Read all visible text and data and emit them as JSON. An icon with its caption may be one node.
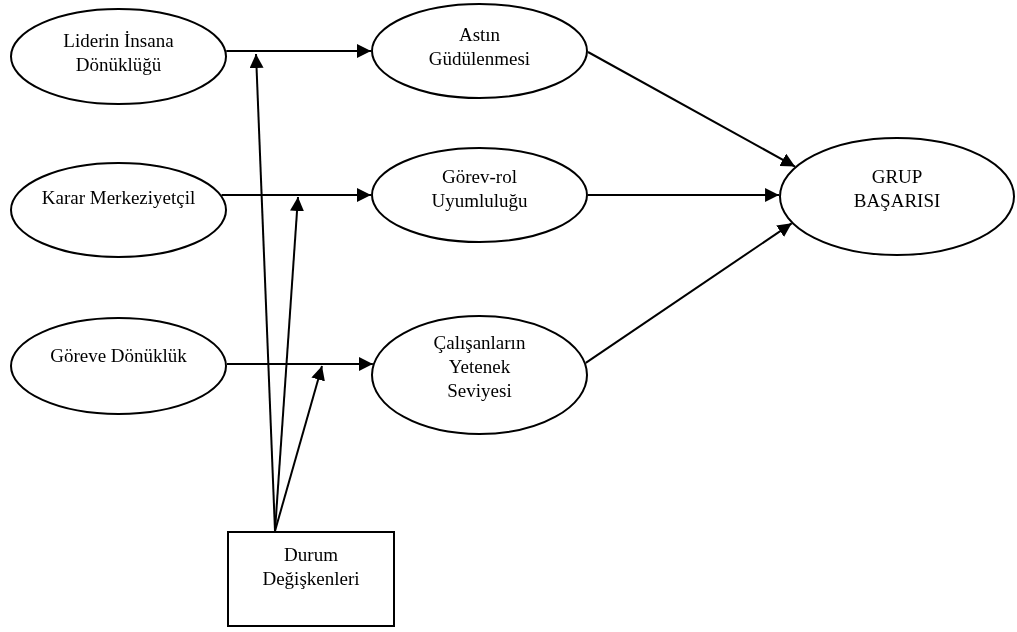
{
  "diagram": {
    "nodes": [
      {
        "text": [
          "Liderin İnsana Dönüklüğü"
        ]
      },
      {
        "text": [
          "Karar Merkeziyetçil"
        ]
      },
      {
        "text": [
          "Göreve Dönüklük"
        ]
      },
      {
        "text": [
          "Astın Güdülenmesi"
        ]
      },
      {
        "text": [
          "Görev-rol Uyumluluğu"
        ]
      },
      {
        "text": [
          "Çalışanların Yetenek Seviyesi"
        ]
      },
      {
        "text": [
          "GRUP BAŞARISI"
        ]
      },
      {
        "text": [
          "Durum Değişkenleri"
        ]
      }
    ],
    "edges": [
      {
        "from": 0,
        "to": 3,
        "arrow": "to"
      },
      {
        "from": 1,
        "to": 4,
        "arrow": "to"
      },
      {
        "from": 2,
        "to": 5,
        "arrow": "to"
      },
      {
        "from": 3,
        "to": 6,
        "arrow": "to"
      },
      {
        "from": 4,
        "to": 6,
        "arrow": "to"
      },
      {
        "from": 5,
        "to": 6,
        "arrow": "to"
      },
      {
        "from": 7,
        "to": null,
        "arrow": "to"
      },
      {
        "from": 7,
        "to": null,
        "arrow": "to"
      },
      {
        "from": 7,
        "to": null,
        "arrow": "to"
      }
    ]
  }
}
